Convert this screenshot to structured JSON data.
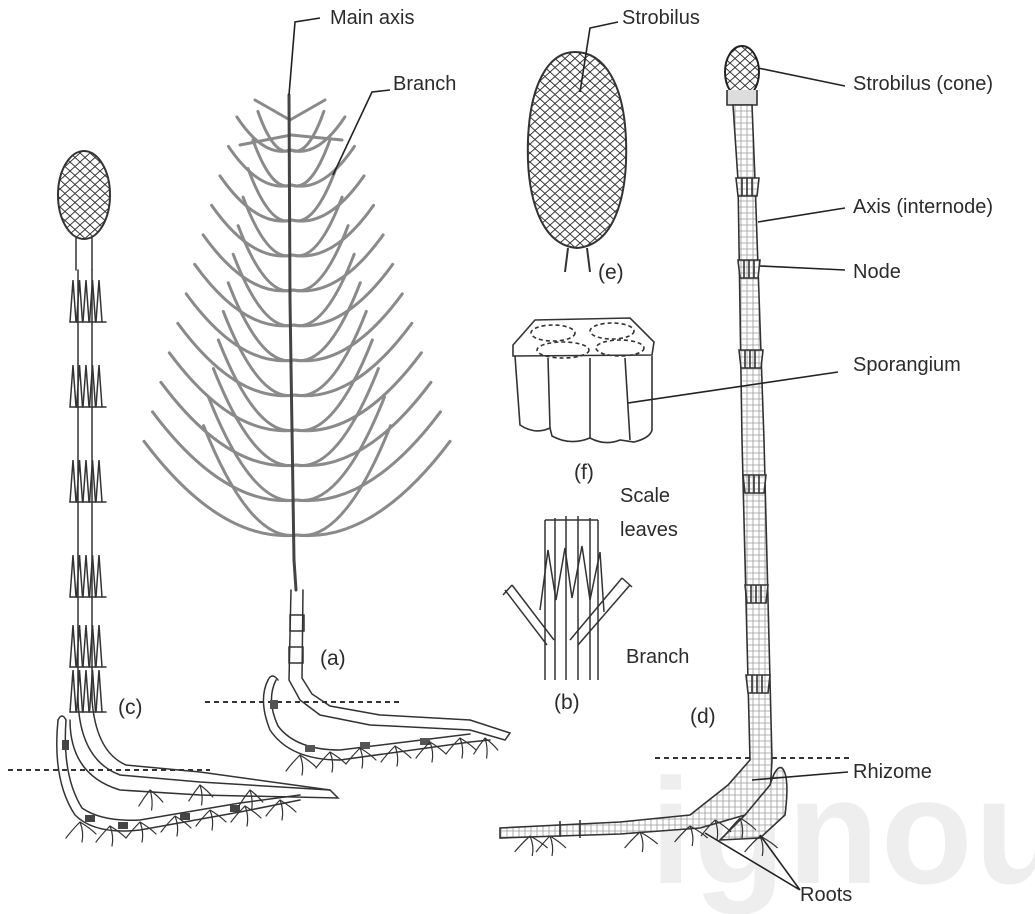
{
  "labels": {
    "main_axis": "Main axis",
    "branch_a": "Branch",
    "strobilus_e": "Strobilus",
    "strobilus_cone": "Strobilus (cone)",
    "axis_internode": "Axis (internode)",
    "node": "Node",
    "sporangium": "Sporangium",
    "scale_leaves_1": "Scale",
    "scale_leaves_2": "leaves",
    "branch_b": "Branch",
    "rhizome": "Rhizome",
    "roots": "Roots"
  },
  "figure_letters": {
    "a": "(a)",
    "b": "(b)",
    "c": "(c)",
    "d": "(d)",
    "e": "(e)",
    "f": "(f)"
  },
  "watermark": "ignou",
  "colors": {
    "ink": "#2b2b2b",
    "branch_gray": "#8a8a8a",
    "watermark": "#eeeeee"
  }
}
